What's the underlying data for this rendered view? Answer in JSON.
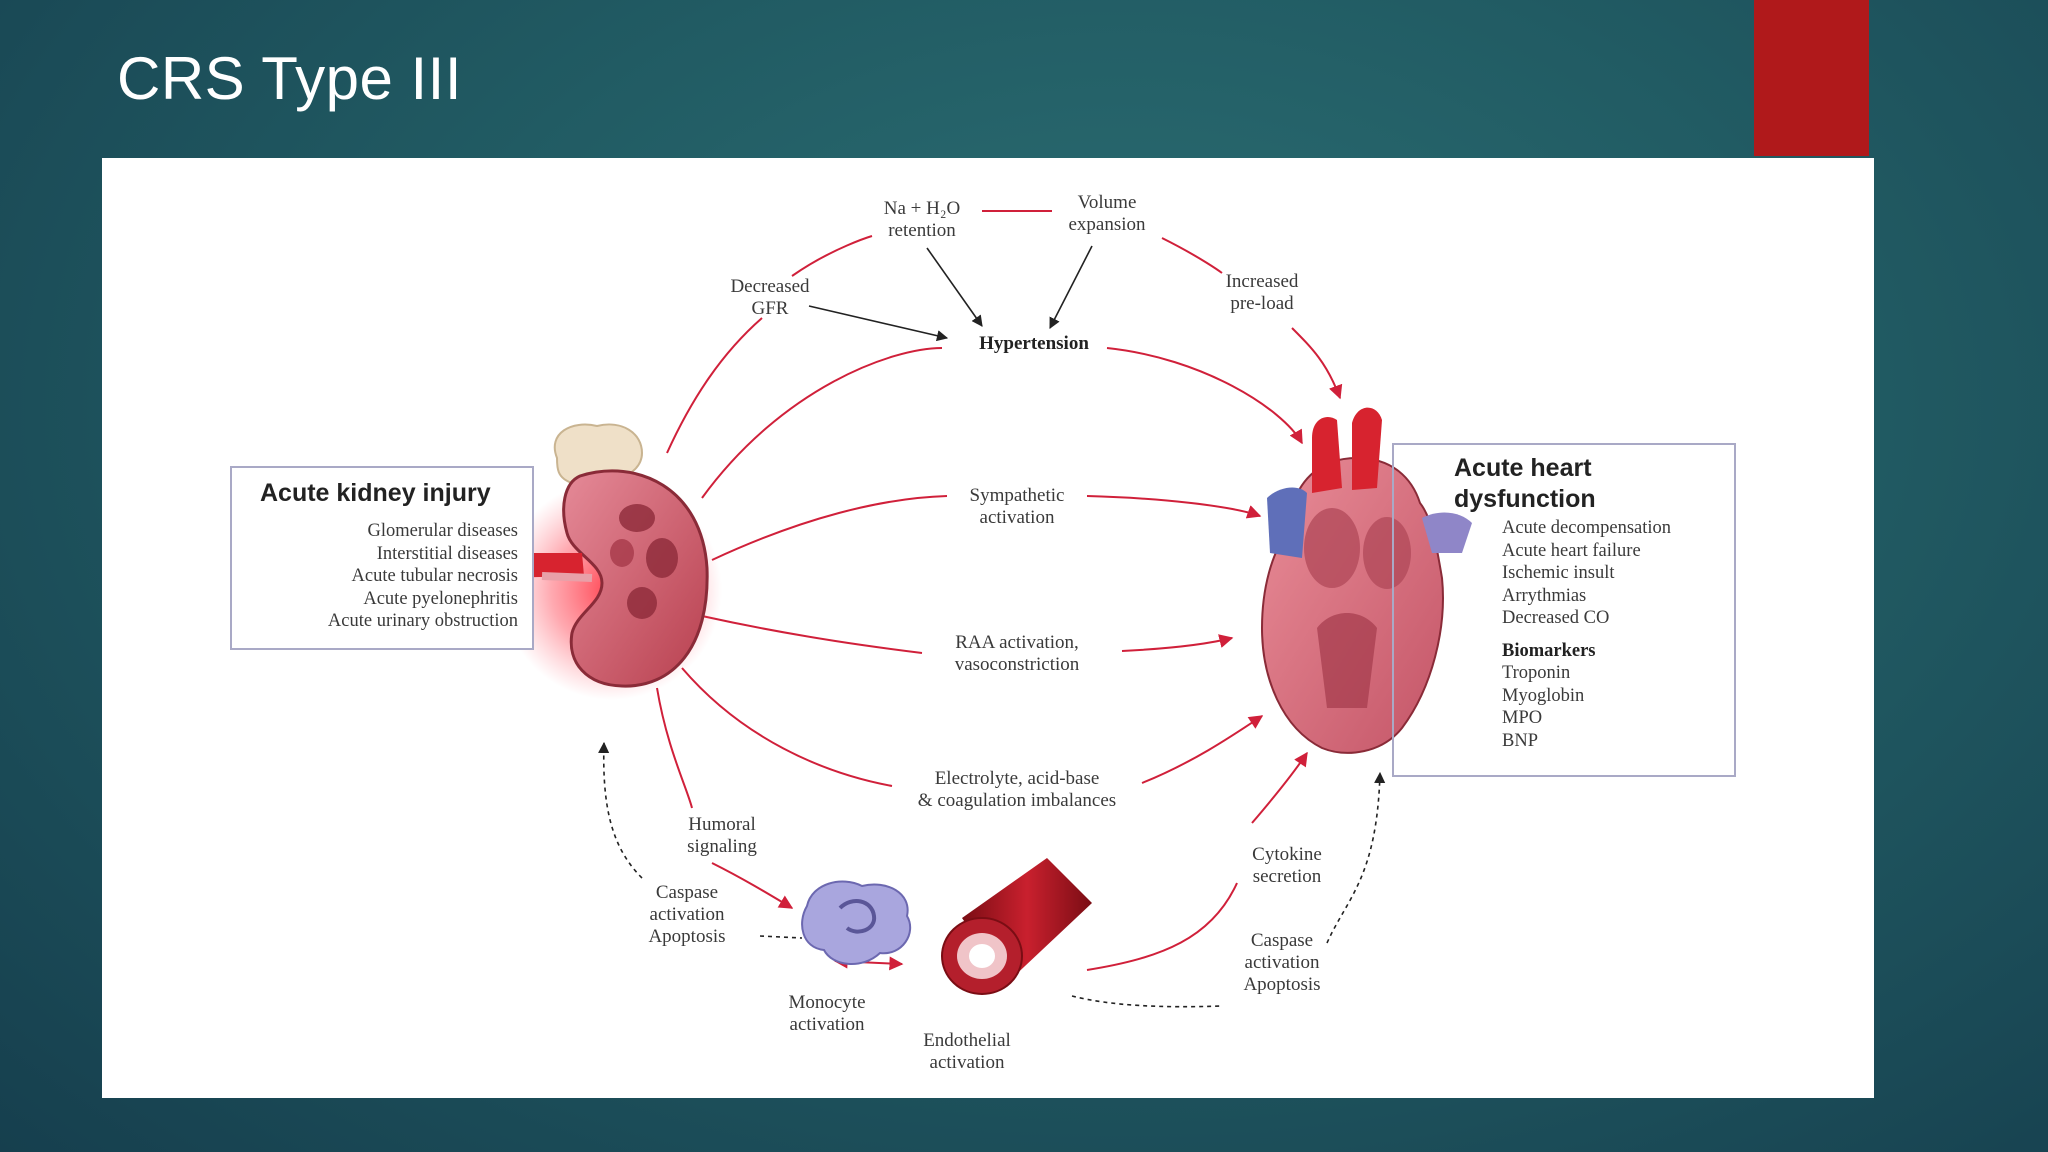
{
  "slide": {
    "title": "CRS Type III",
    "accent_color": "#b0191b"
  },
  "diagram": {
    "kidney_box": {
      "title": "Acute kidney injury",
      "items": [
        "Glomerular diseases",
        "Interstitial diseases",
        "Acute tubular necrosis",
        "Acute pyelonephritis",
        "Acute urinary obstruction"
      ]
    },
    "heart_box": {
      "title": "Acute heart\ndysfunction",
      "items": [
        "Acute decompensation",
        "Acute heart failure",
        "Ischemic insult",
        "Arrythmias",
        "Decreased CO"
      ],
      "biomarkers_heading": "Biomarkers",
      "biomarkers": [
        "Troponin",
        "Myoglobin",
        "MPO",
        "BNP"
      ]
    },
    "labels": {
      "na_h2o": "Na + H₂O\nretention",
      "volume": "Volume\nexpansion",
      "gfr": "Decreased\nGFR",
      "preload": "Increased\npre-load",
      "hypertension": "Hypertension",
      "sympathetic": "Sympathetic\nactivation",
      "raa": "RAA activation,\nvasoconstriction",
      "electrolyte": "Electrolyte, acid-base\n& coagulation imbalances",
      "humoral": "Humoral\nsignaling",
      "caspase_left": "Caspase\nactivation\nApoptosis",
      "monocyte": "Monocyte\nactivation",
      "endothelial": "Endothelial\nactivation",
      "cytokine": "Cytokine\nsecretion",
      "caspase_right": "Caspase\nactivation\nApoptosis"
    },
    "colors": {
      "arrow_red": "#d0203a",
      "arrow_black": "#222222",
      "box_border": "#a9a9c6"
    }
  }
}
